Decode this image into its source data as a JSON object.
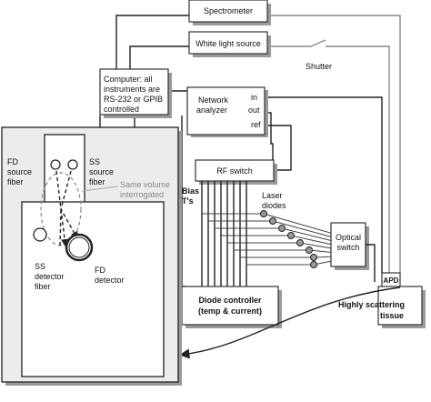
{
  "components": {
    "spectrometer": "Spectrometer",
    "white_light_source": "White light source",
    "shutter": "Shutter",
    "computer": [
      "Computer: all",
      "instruments are",
      "RS-232 or GPIB",
      "controlled"
    ],
    "network_analyzer": [
      "Network",
      "analyzer"
    ],
    "na_in": "in",
    "na_out": "out",
    "na_ref": "ref",
    "rf_switch": "RF switch",
    "bias_tees": [
      "Bias",
      "T's"
    ],
    "laser_diodes": [
      "Laser",
      "diodes"
    ],
    "optical_switch": [
      "Optical",
      "switch"
    ],
    "diode_controller": [
      "Diode controller",
      "(temp & current)"
    ],
    "apd": "APD",
    "tissue": [
      "Highly scattering",
      "tissue"
    ]
  },
  "probe": {
    "fd_source_fiber": [
      "FD",
      "source",
      "fiber"
    ],
    "ss_source_fiber": [
      "SS",
      "source",
      "fiber"
    ],
    "same_volume": [
      "Same volume",
      "interrogated"
    ],
    "ss_detector_fiber": [
      "SS",
      "detector",
      "fiber"
    ],
    "fd_detector": [
      "FD",
      "detector"
    ]
  }
}
